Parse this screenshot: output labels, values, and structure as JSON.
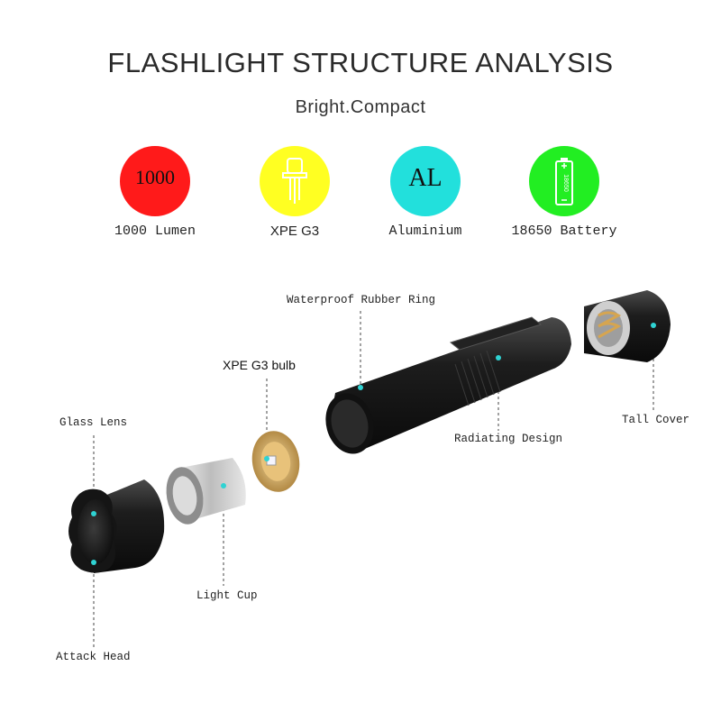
{
  "header": {
    "title": "FLASHLIGHT STRUCTURE ANALYSIS",
    "subtitle": "Bright.Compact"
  },
  "features": [
    {
      "label": "1000 Lumen",
      "badge_text": "1000",
      "color": "#ff1a1a",
      "icon": "lumen-badge"
    },
    {
      "label": "XPE G3",
      "badge_text": "",
      "color": "#ffff22",
      "icon": "led-bulb-icon"
    },
    {
      "label": "Aluminium",
      "badge_text": "AL",
      "color": "#22e0dc",
      "icon": "aluminium-badge"
    },
    {
      "label": "18650 Battery",
      "badge_text": "18650",
      "color": "#22ee22",
      "icon": "battery-icon"
    }
  ],
  "callouts": {
    "waterproof_ring": "Waterproof Rubber Ring",
    "bulb": "XPE G3 bulb",
    "glass_lens": "Glass Lens",
    "radiating": "Radiating Design",
    "tail_cover": "Tall Cover",
    "light_cup": "Light Cup",
    "attack_head": "Attack Head"
  },
  "colors": {
    "marker_dot": "#2fd3d3",
    "metal_dark": "#1b1b1b",
    "brass": "#c9a25a",
    "silver": "#d8d8d8"
  }
}
